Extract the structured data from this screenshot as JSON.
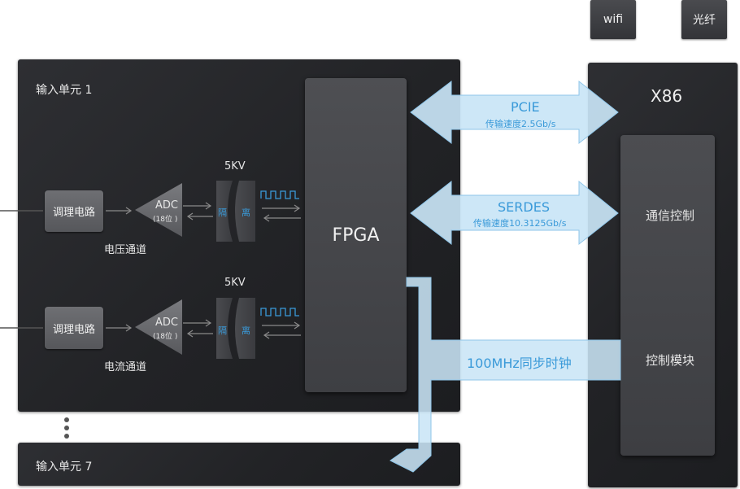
{
  "tags": {
    "wifi": "wifi",
    "fiber": "光纤"
  },
  "input_unit_1": {
    "label": "输入单元 1"
  },
  "input_unit_7": {
    "label": "输入单元 7"
  },
  "voltage_channel": {
    "conditioning": "调理电路",
    "adc": "ADC",
    "adc_bits": "(18位 )",
    "isolation_kv": "5KV",
    "iso_left": "隔",
    "iso_right": "离",
    "name": "电压通道"
  },
  "current_channel": {
    "conditioning": "调理电路",
    "adc": "ADC",
    "adc_bits": "(18位 )",
    "isolation_kv": "5KV",
    "iso_left": "隔",
    "iso_right": "离",
    "name": "电流通道"
  },
  "fpga": {
    "label": "FPGA"
  },
  "x86": {
    "title": "X86",
    "comm_control": "通信控制",
    "control_module": "控制模块"
  },
  "links": {
    "pcie": {
      "name": "PCIE",
      "speed": "传输速度2.5Gb/s"
    },
    "serdes": {
      "name": "SERDES",
      "speed": "传输速度10.3125Gb/s"
    },
    "clock": {
      "name": "100MHz同步时钟"
    }
  },
  "colors": {
    "arrow_fill": "#c9e5f6",
    "arrow_stroke": "#8fc6ea",
    "label_blue": "#3a9ad9",
    "panel_dark": "#252629"
  }
}
